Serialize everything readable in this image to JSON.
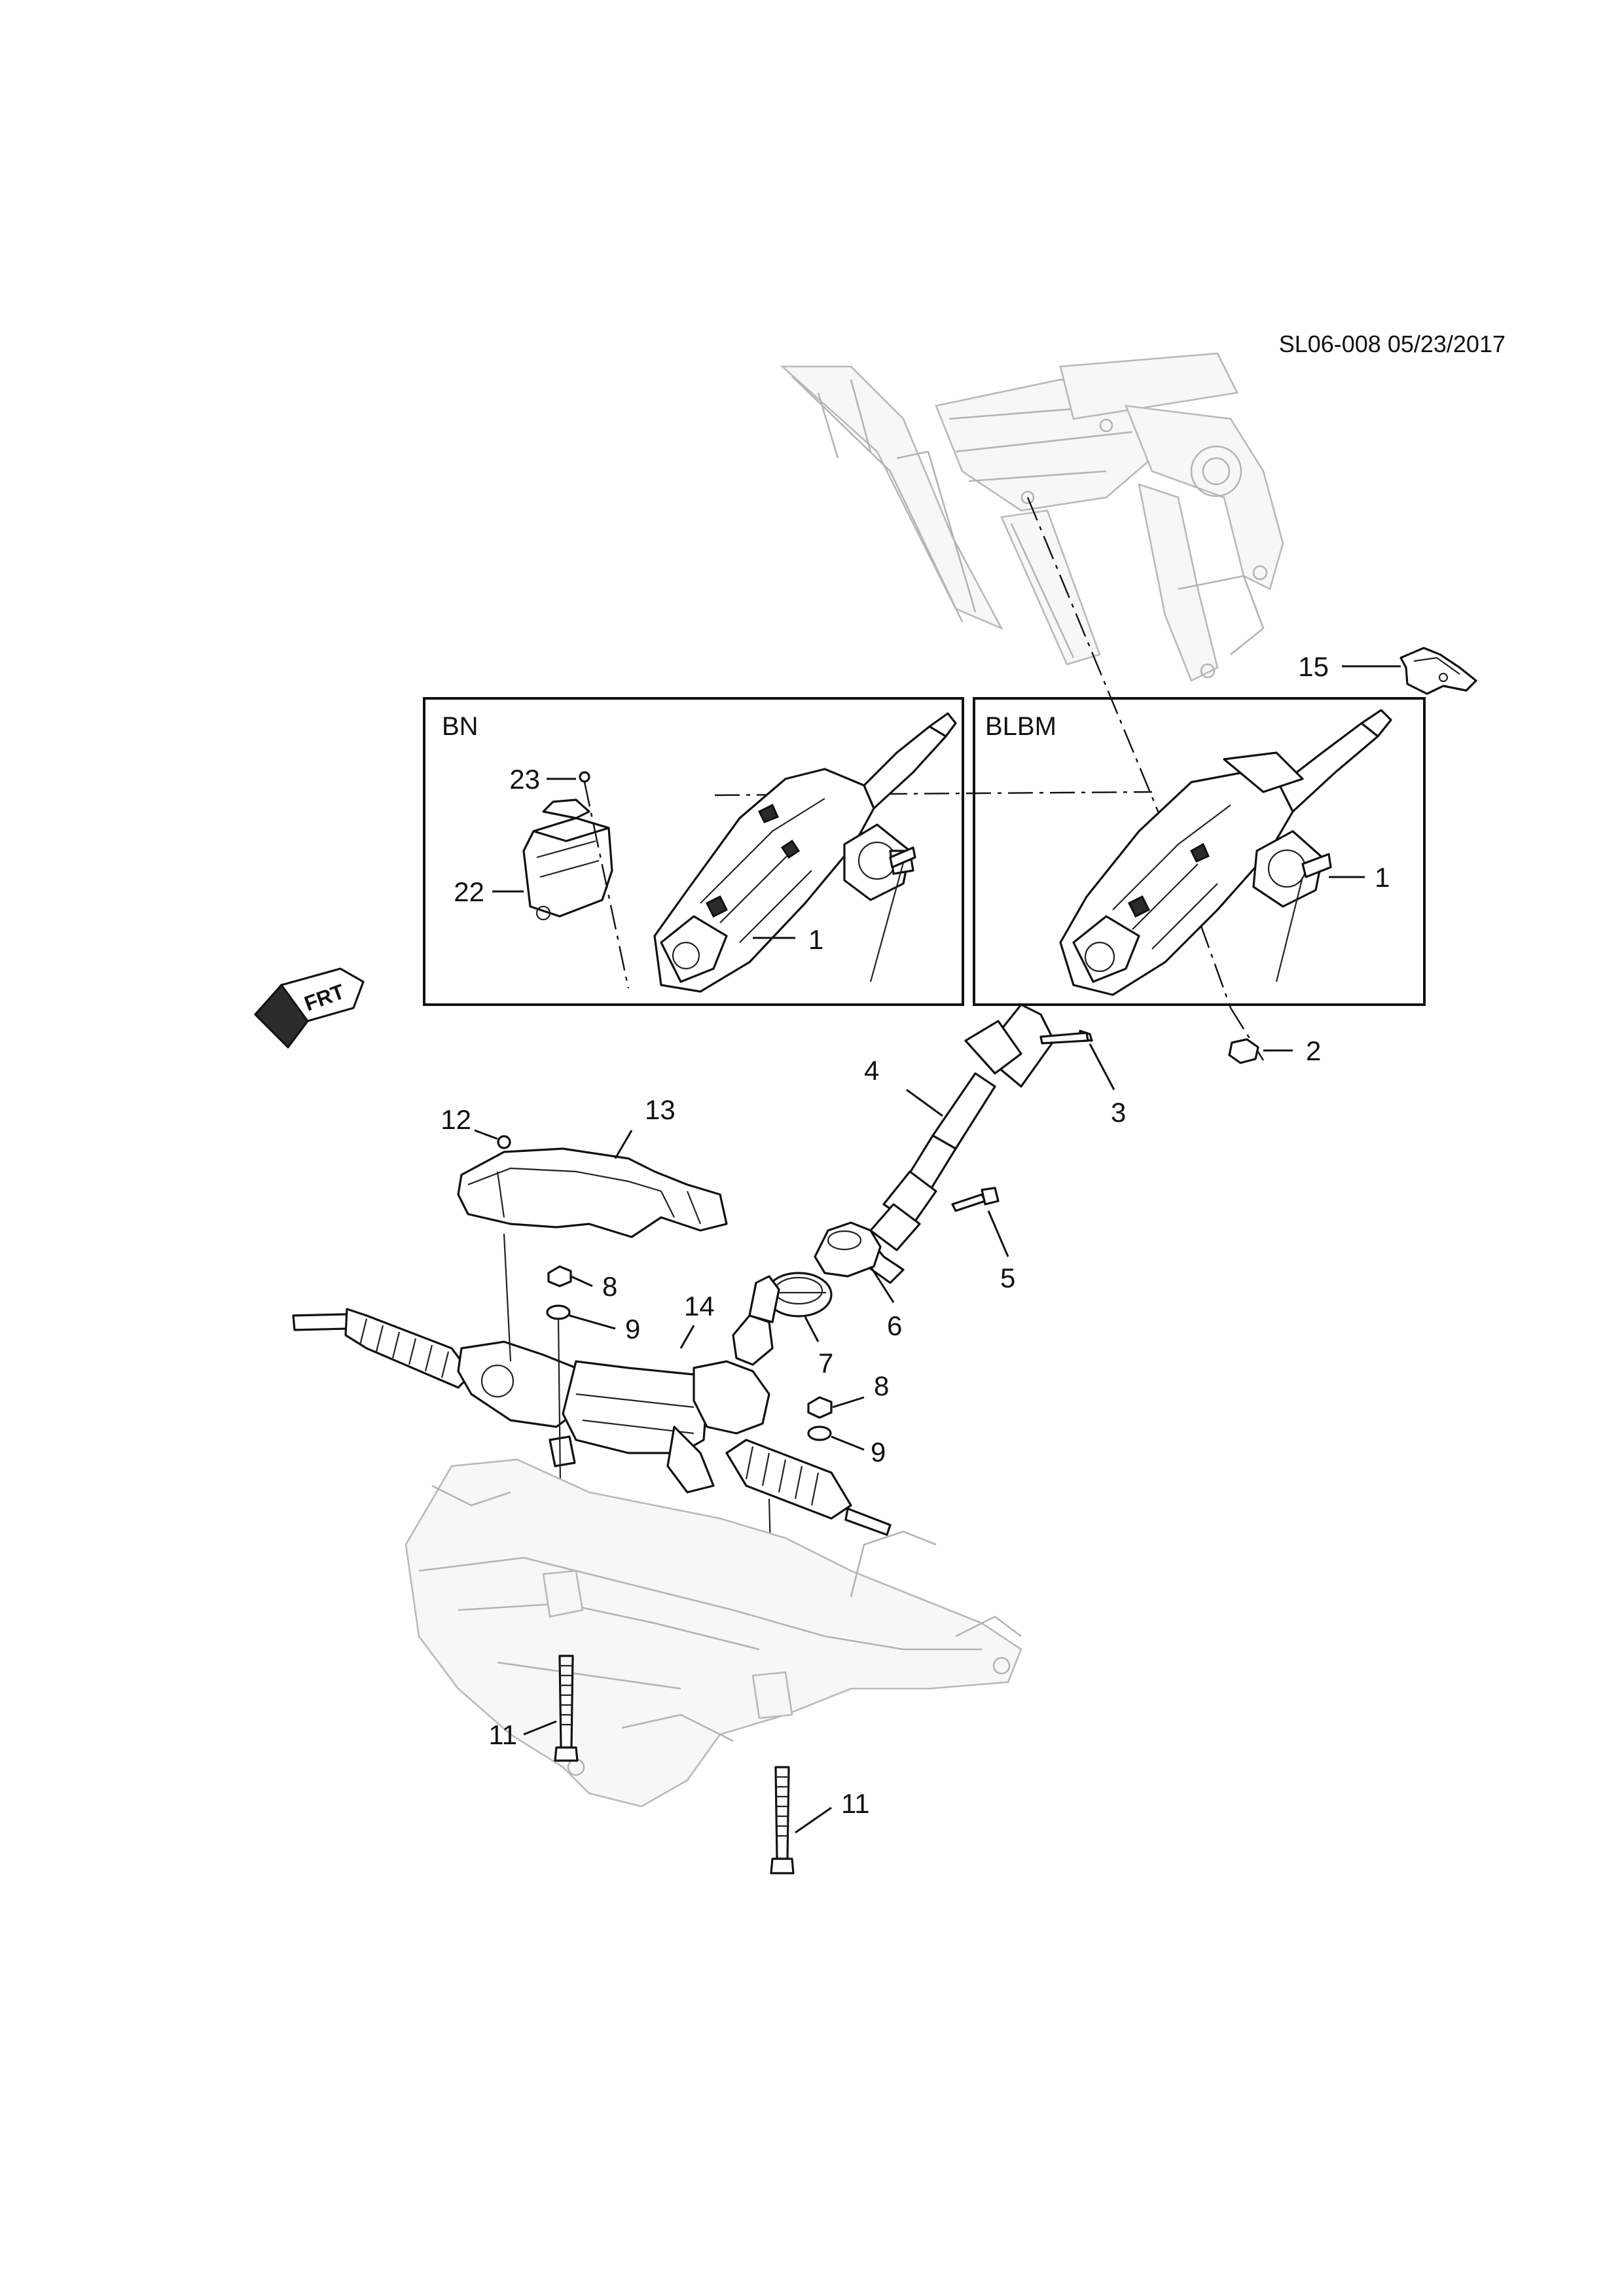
{
  "document": {
    "id": "SL06-008 05/23/2017"
  },
  "insets": [
    {
      "id": "bn",
      "title": "BN"
    },
    {
      "id": "blbm",
      "title": "BLBM"
    }
  ],
  "front_indicator": {
    "text": "FRT",
    "icon": "front-arrow-icon"
  },
  "callouts": {
    "bn_23": "23",
    "bn_22": "22",
    "bn_1": "1",
    "blbm_1": "1",
    "c15": "15",
    "c2": "2",
    "c3": "3",
    "c4": "4",
    "c5": "5",
    "c6": "6",
    "c7": "7",
    "c8a": "8",
    "c8b": "8",
    "c9a": "9",
    "c9b": "9",
    "c11a": "11",
    "c11b": "11",
    "c12": "12",
    "c13": "13",
    "c14": "14"
  }
}
